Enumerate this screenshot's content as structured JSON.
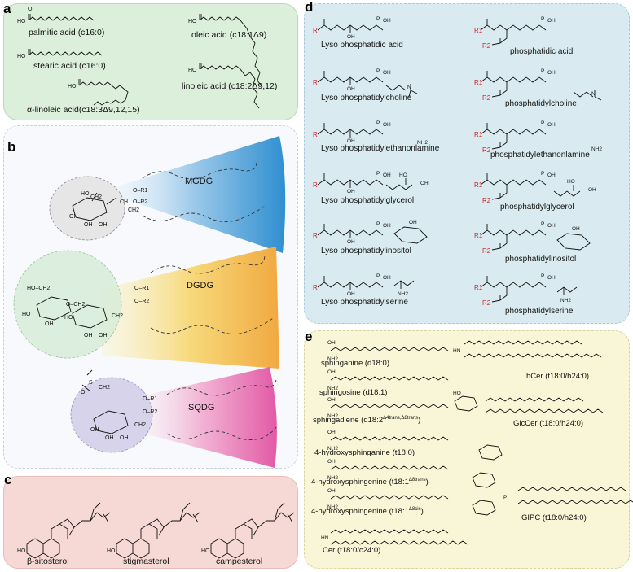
{
  "panel_a": {
    "label": "a",
    "molecules": [
      "palmitic acid (c16:0)",
      "stearic acid (c16:0)",
      "α-linoleic acid(c18:3Δ9,12,15)",
      "oleic acid (c18:1Δ9)",
      "linoleic acid (c18:2Δ9,12)"
    ],
    "atom_oh": "HO",
    "atom_o": "O"
  },
  "panel_b": {
    "label": "b",
    "lipids": [
      "MGDG",
      "DGDG",
      "SQDG"
    ],
    "atoms": {
      "ch2": "CH2",
      "ch": "CH",
      "r1": "O–R1",
      "r2": "O–R2",
      "ho": "HO",
      "oh": "OH",
      "o": "O",
      "ho_ch2": "HO–CH2",
      "o_ch2": "O–CH2",
      "s": "S"
    }
  },
  "panel_c": {
    "label": "c",
    "sterols": [
      "β-sitosterol",
      "stigmasterol",
      "campesterol"
    ],
    "atom_ho": "HO"
  },
  "panel_d": {
    "label": "d",
    "lyso": [
      "Lyso phosphatidic acid",
      "Lyso phosphatidylcholine",
      "Lyso phosphatidylethanonlamine",
      "Lyso phosphatidylglycerol",
      "Lyso phosphatidylinositol",
      "Lyso phosphatidylserine"
    ],
    "diacyl": [
      "phosphatidic acid",
      "phosphatidylcholine",
      "phosphatidylethanonlamine",
      "phosphatidylglycerol",
      "phosphatidylinositol",
      "phosphatidylserine"
    ],
    "atoms": {
      "r": "R",
      "r1": "R1",
      "r2": "R2",
      "p": "P",
      "oh": "OH",
      "o": "O",
      "n": "N",
      "nh2": "NH2",
      "ho": "HO"
    }
  },
  "panel_e": {
    "label": "e",
    "left": [
      {
        "name": "sphinganine",
        "suffix": "(d18:0)",
        "sup": ""
      },
      {
        "name": "sphingosine",
        "suffix": "(d18:1)",
        "sup": ""
      },
      {
        "name": "sphingadiene",
        "suffix": "(d18:2",
        "sup": "Δ4trans,Δ8trans",
        "close": ")"
      },
      {
        "name": "4-hydroxysphinganine",
        "suffix": "(t18:0)",
        "sup": ""
      },
      {
        "name": "4-hydroxysphingenine",
        "suffix": "(t18:1",
        "sup": "Δ8trans",
        "close": ")"
      },
      {
        "name": "4-hydroxysphingenine",
        "suffix": "(t18:1",
        "sup": "Δ8cis",
        "close": ")"
      },
      {
        "name": "Cer",
        "suffix": "(t18:0/c24:0)",
        "sup": ""
      }
    ],
    "right": [
      "hCer (t18:0/h24:0)",
      "GlcCer (t18:0/h24:0)",
      "GIPC (t18:0/h24:0)"
    ],
    "atoms": {
      "oh": "OH",
      "nh2": "NH2",
      "hn": "HN",
      "ho": "HO",
      "p": "P",
      "o": "O"
    }
  }
}
